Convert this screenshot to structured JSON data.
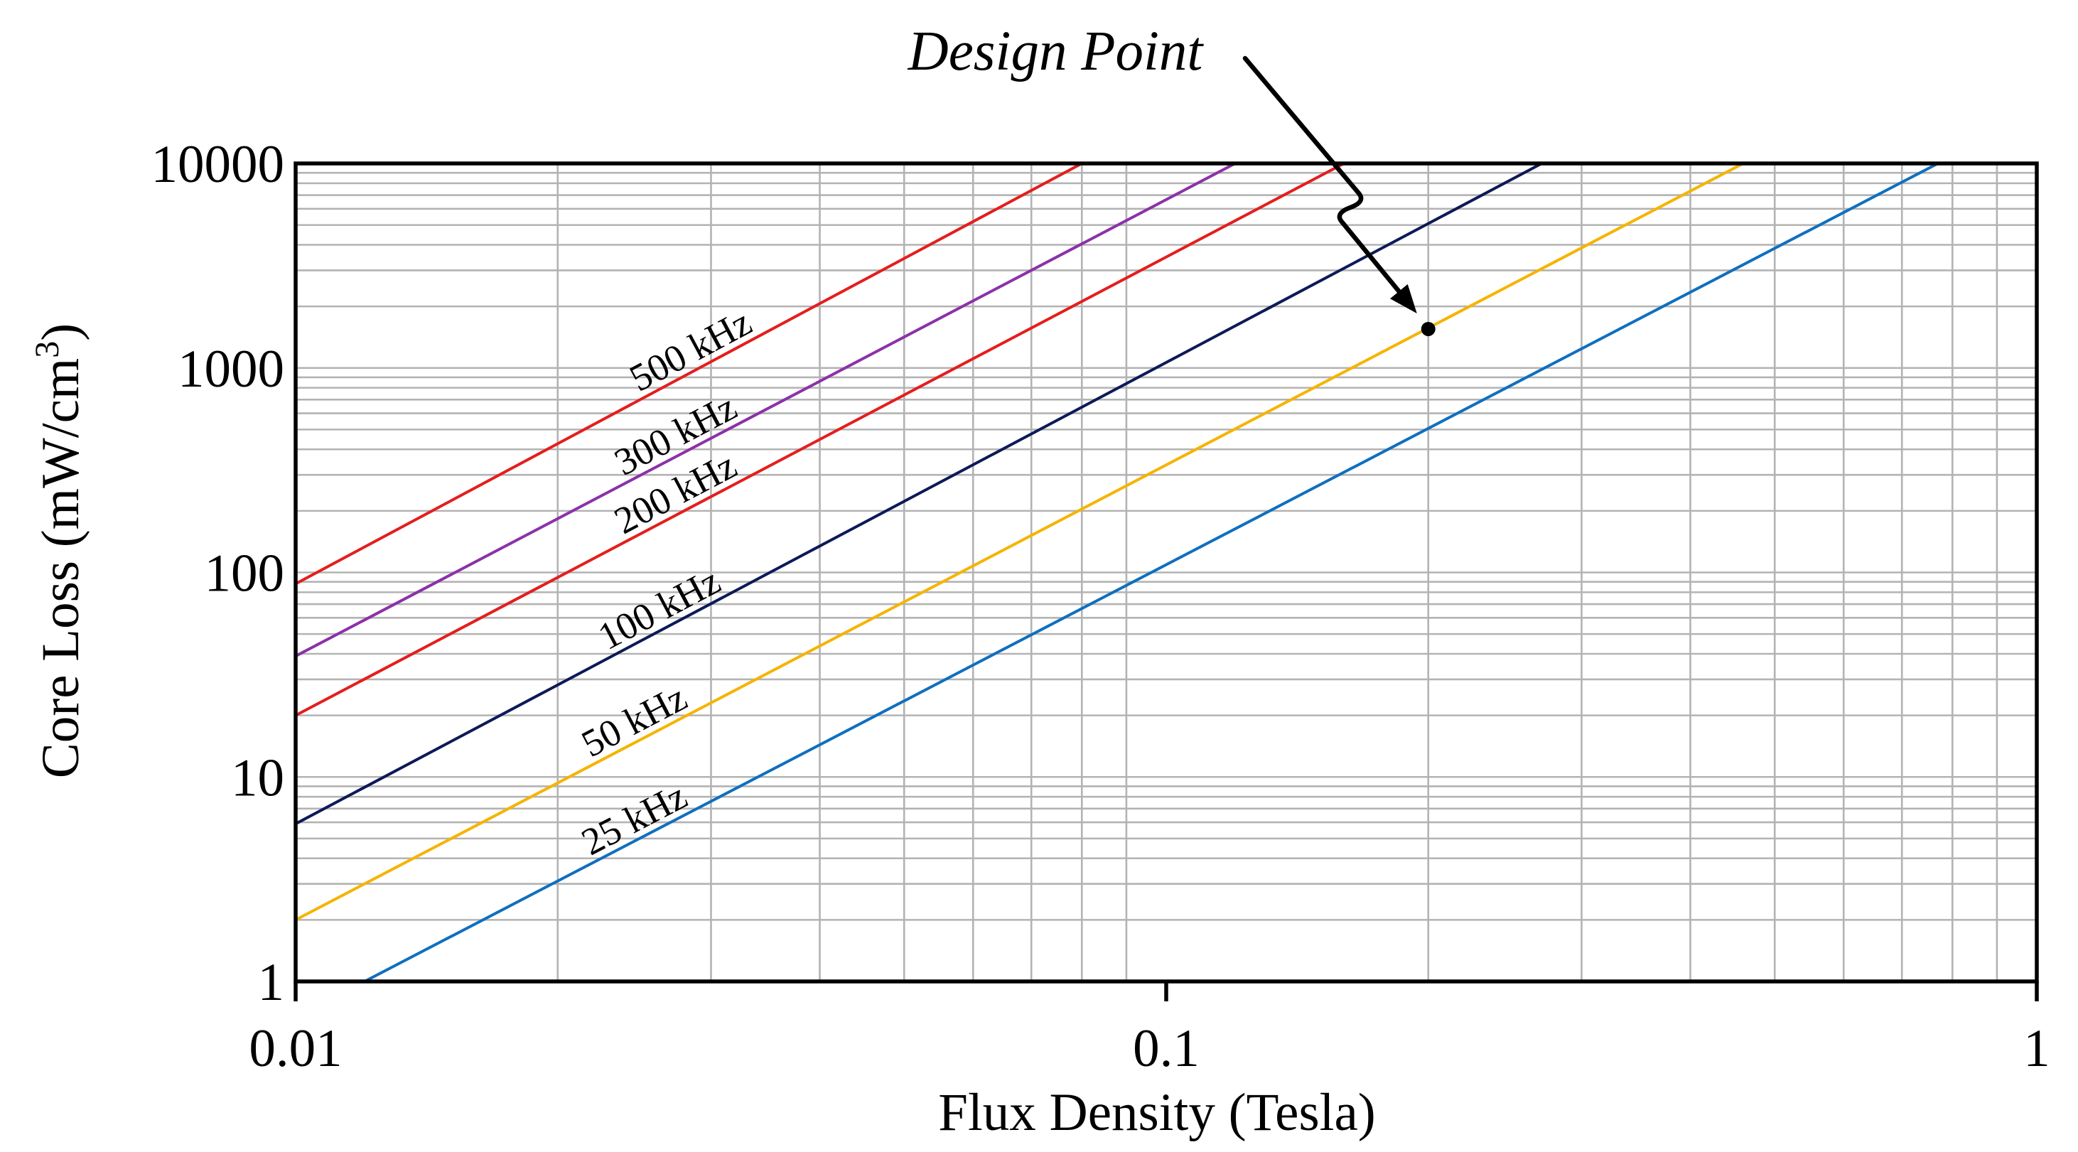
{
  "chart_data": {
    "type": "line",
    "xlabel": "Flux Density (Tesla)",
    "ylabel": "Core Loss (mW/cm",
    "ylabel_superscript": "3",
    "ylabel_suffix": ")",
    "x_scale": "log",
    "y_scale": "log",
    "xlim": [
      0.01,
      1
    ],
    "ylim": [
      1,
      10000
    ],
    "grid": true,
    "x_ticks": [
      {
        "value": 0.01,
        "label": "0.01"
      },
      {
        "value": 0.1,
        "label": "0.1"
      },
      {
        "value": 1,
        "label": "1"
      }
    ],
    "y_ticks": [
      {
        "value": 1,
        "label": "1"
      },
      {
        "value": 10,
        "label": "10"
      },
      {
        "value": 100,
        "label": "100"
      },
      {
        "value": 1000,
        "label": "1000"
      },
      {
        "value": 10000,
        "label": "10000"
      }
    ],
    "series": [
      {
        "name": "500 kHz",
        "color": "#e41e1e",
        "x": [
          0.01,
          0.08
        ],
        "y": [
          88,
          10000
        ],
        "label_at": 0.025
      },
      {
        "name": "300 kHz",
        "color": "#8b32a8",
        "x": [
          0.01,
          0.12
        ],
        "y": [
          39,
          10000
        ],
        "label_at": 0.024
      },
      {
        "name": "200 kHz",
        "color": "#e41e1e",
        "x": [
          0.01,
          0.16
        ],
        "y": [
          20,
          10000
        ],
        "label_at": 0.024
      },
      {
        "name": "100 kHz",
        "color": "#0d1a57",
        "x": [
          0.01,
          0.27
        ],
        "y": [
          5.9,
          10000
        ],
        "label_at": 0.023
      },
      {
        "name": "50 kHz",
        "color": "#f5b400",
        "x": [
          0.01,
          0.46
        ],
        "y": [
          2,
          10000
        ],
        "label_at": 0.022
      },
      {
        "name": "25 kHz",
        "color": "#0f6fbf",
        "x": [
          0.012,
          0.77
        ],
        "y": [
          1,
          10000
        ],
        "label_at": 0.022
      }
    ],
    "annotations": [
      {
        "text": "Design Point",
        "x": 0.2,
        "y": 1550
      }
    ]
  }
}
